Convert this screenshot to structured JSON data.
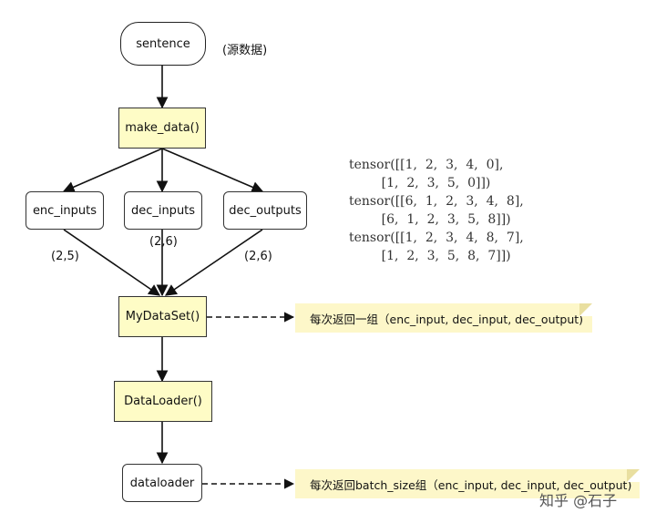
{
  "nodes": {
    "sentence": "sentence",
    "source_note": "(源数据)",
    "make_data": "make_data()",
    "enc_inputs": "enc_inputs",
    "dec_inputs": "dec_inputs",
    "dec_outputs": "dec_outputs",
    "shape_enc": "(2,5)",
    "shape_dec_in": "(2,6)",
    "shape_dec_out": "(2,6)",
    "mydataset": "MyDataSet()",
    "dataloader_fn": "DataLoader()",
    "dataloader_obj": "dataloader"
  },
  "tensors": [
    "tensor([[1,  2,  3,  4,  0],\n        [1,  2,  3,  5,  0]])",
    "tensor([[6,  1,  2,  3,  4,  8],\n        [6,  1,  2,  3,  5,  8]])",
    "tensor([[1,  2,  3,  4,  8,  7],\n        [1,  2,  3,  5,  8,  7]])"
  ],
  "notes": {
    "dataset_note": "每次返回一组（enc_input, dec_input, dec_output)",
    "loader_note": "每次返回batch_size组（enc_input, dec_input, dec_output)"
  },
  "watermark": "知乎 @石子",
  "colors": {
    "yellow_box": "#fefcc6",
    "note_bg": "#fdf7c9",
    "stroke": "#333333"
  }
}
